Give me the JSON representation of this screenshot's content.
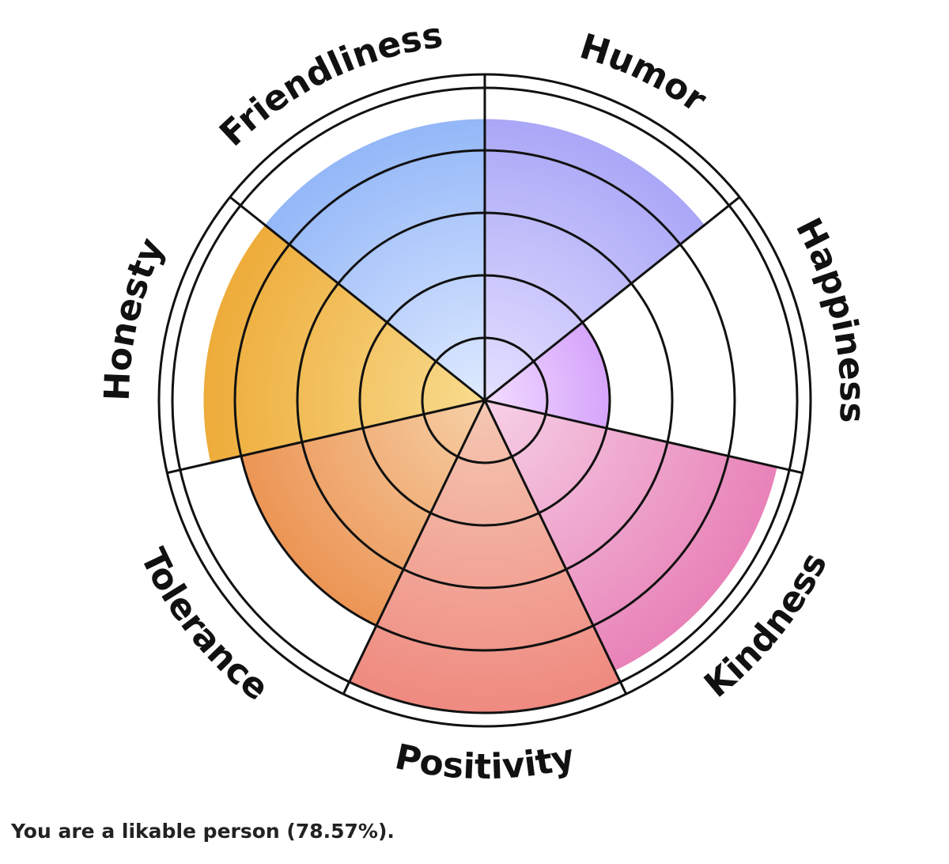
{
  "chart_data": {
    "type": "polar-area",
    "max": 5,
    "rings": 5,
    "categories": [
      "Humor",
      "Happiness",
      "Kindness",
      "Positivity",
      "Tolerance",
      "Honesty",
      "Friendliness"
    ],
    "values": [
      4.5,
      2,
      4.8,
      5,
      4,
      4.5,
      4.5
    ],
    "colors": [
      [
        "#e4e0ff",
        "#aaa7f7"
      ],
      [
        "#f2dcff",
        "#d6a4fb"
      ],
      [
        "#f6d1e6",
        "#e882b8"
      ],
      [
        "#f5c8b3",
        "#ef8a80"
      ],
      [
        "#f6d0a6",
        "#ec9555"
      ],
      [
        "#f8dc8e",
        "#eeac3a"
      ],
      [
        "#dfeaff",
        "#93b7f8"
      ]
    ]
  },
  "result_text": "You are a likable person (78.57%)."
}
